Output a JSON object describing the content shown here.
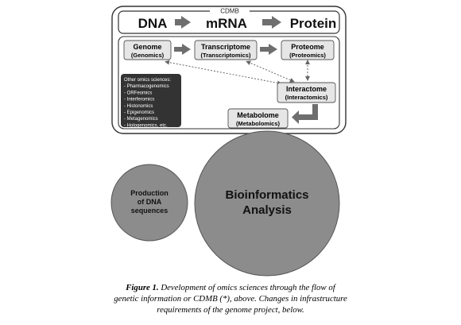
{
  "figure": {
    "cdmb_label": "CDMB",
    "flow": [
      "DNA",
      "mRNA",
      "Protein"
    ],
    "omics": {
      "genome": [
        "Genome",
        "(Genomics)"
      ],
      "transcriptome": [
        "Transcriptome",
        "(Transcriptomics)"
      ],
      "proteome": [
        "Proteome",
        "(Proteomics)"
      ],
      "interactome": [
        "Interactome",
        "(Interactomics)"
      ],
      "metabolome": [
        "Metabolome",
        "(Metabolomics)"
      ]
    },
    "other_omics": {
      "title": "Other omics sciences:",
      "items": [
        "- Pharmacogenomics",
        "- ORFeomics",
        "- Interferomics",
        "- Histonomics",
        "- Epigenomics",
        "- Metagenomics",
        "- Hologenomics, etc."
      ]
    },
    "small_circle": [
      "Production",
      "of DNA",
      "sequences"
    ],
    "big_circle": [
      "Bioinformatics",
      "Analysis"
    ]
  },
  "caption": {
    "label": "Figure 1.",
    "lines": [
      "Development of omics sciences through the flow of",
      "genetic information or CDMB (*), above. Changes in infrastructure",
      "requirements of the genome project, below."
    ]
  },
  "colors": {
    "box_fill": "#e6e6e6",
    "arrow_fill": "#6e6e6e",
    "dark_box": "#333333",
    "circle_fill": "#8c8c8c"
  }
}
